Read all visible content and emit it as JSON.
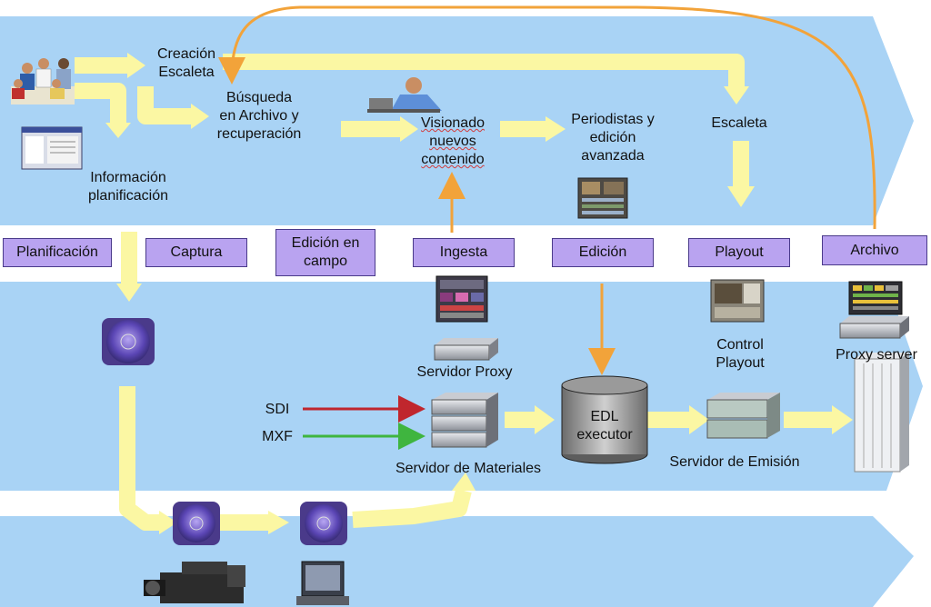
{
  "colors": {
    "band": "#a9d3f5",
    "flow_arrow": "#fbf7a3",
    "orange_arrow": "#f2a33a",
    "stage_box": "#b9a3f0",
    "sdi_arrow": "#c0262d",
    "mxf_arrow": "#3fb53f"
  },
  "top": {
    "creacion_escaleta": "Creación\nEscaleta",
    "busqueda": "Búsqueda\nen Archivo y\nrecuperación",
    "informacion": "Información\nplanificación",
    "visionado": "Visionado\nnuevos\ncontenido",
    "periodistas": "Periodistas y\nedición\navanzada",
    "escaleta": "Escaleta"
  },
  "stages": [
    {
      "id": "planificacion",
      "label": "Planificación"
    },
    {
      "id": "captura",
      "label": "Captura"
    },
    {
      "id": "edicion-campo",
      "label": "Edición en\ncampo"
    },
    {
      "id": "ingesta",
      "label": "Ingesta"
    },
    {
      "id": "edicion",
      "label": "Edición"
    },
    {
      "id": "playout",
      "label": "Playout"
    },
    {
      "id": "archivo",
      "label": "Archivo"
    }
  ],
  "middle": {
    "servidor_proxy": "Servidor Proxy",
    "control_playout": "Control\nPlayout",
    "proxy_server": "Proxy server",
    "sdi": "SDI",
    "mxf": "MXF",
    "edl": "EDL\nexecutor",
    "servidor_materiales": "Servidor de Materiales",
    "servidor_emision": "Servidor de Emisión"
  },
  "icons": [
    "people-meeting-icon",
    "planning-screen-icon",
    "person-laptop-icon",
    "editing-screen-icon",
    "ingest-screen-icon",
    "server-rack-icon",
    "playout-screen-icon",
    "archive-screen-icon",
    "proxy-server-icon",
    "disc-icon",
    "camera-icon",
    "laptop-icon",
    "database-icon",
    "tower-server-icon"
  ]
}
